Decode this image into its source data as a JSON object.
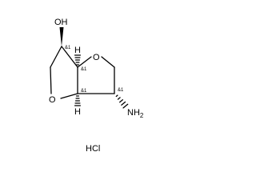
{
  "molecule": {
    "atoms": {
      "hydroxyl": "OH",
      "ring_oxygen_top": "O",
      "ring_oxygen_left": "O",
      "bridge_h_top": "H",
      "bridge_h_bottom": "H",
      "amine_n": "NH",
      "amine_subscript": "2"
    },
    "stereo_labels": {
      "c_oh": "&1",
      "c_bridge_top": "&1",
      "c_bridge_bottom": "&1",
      "c_amine": "&1"
    },
    "counterion": "HCl"
  }
}
